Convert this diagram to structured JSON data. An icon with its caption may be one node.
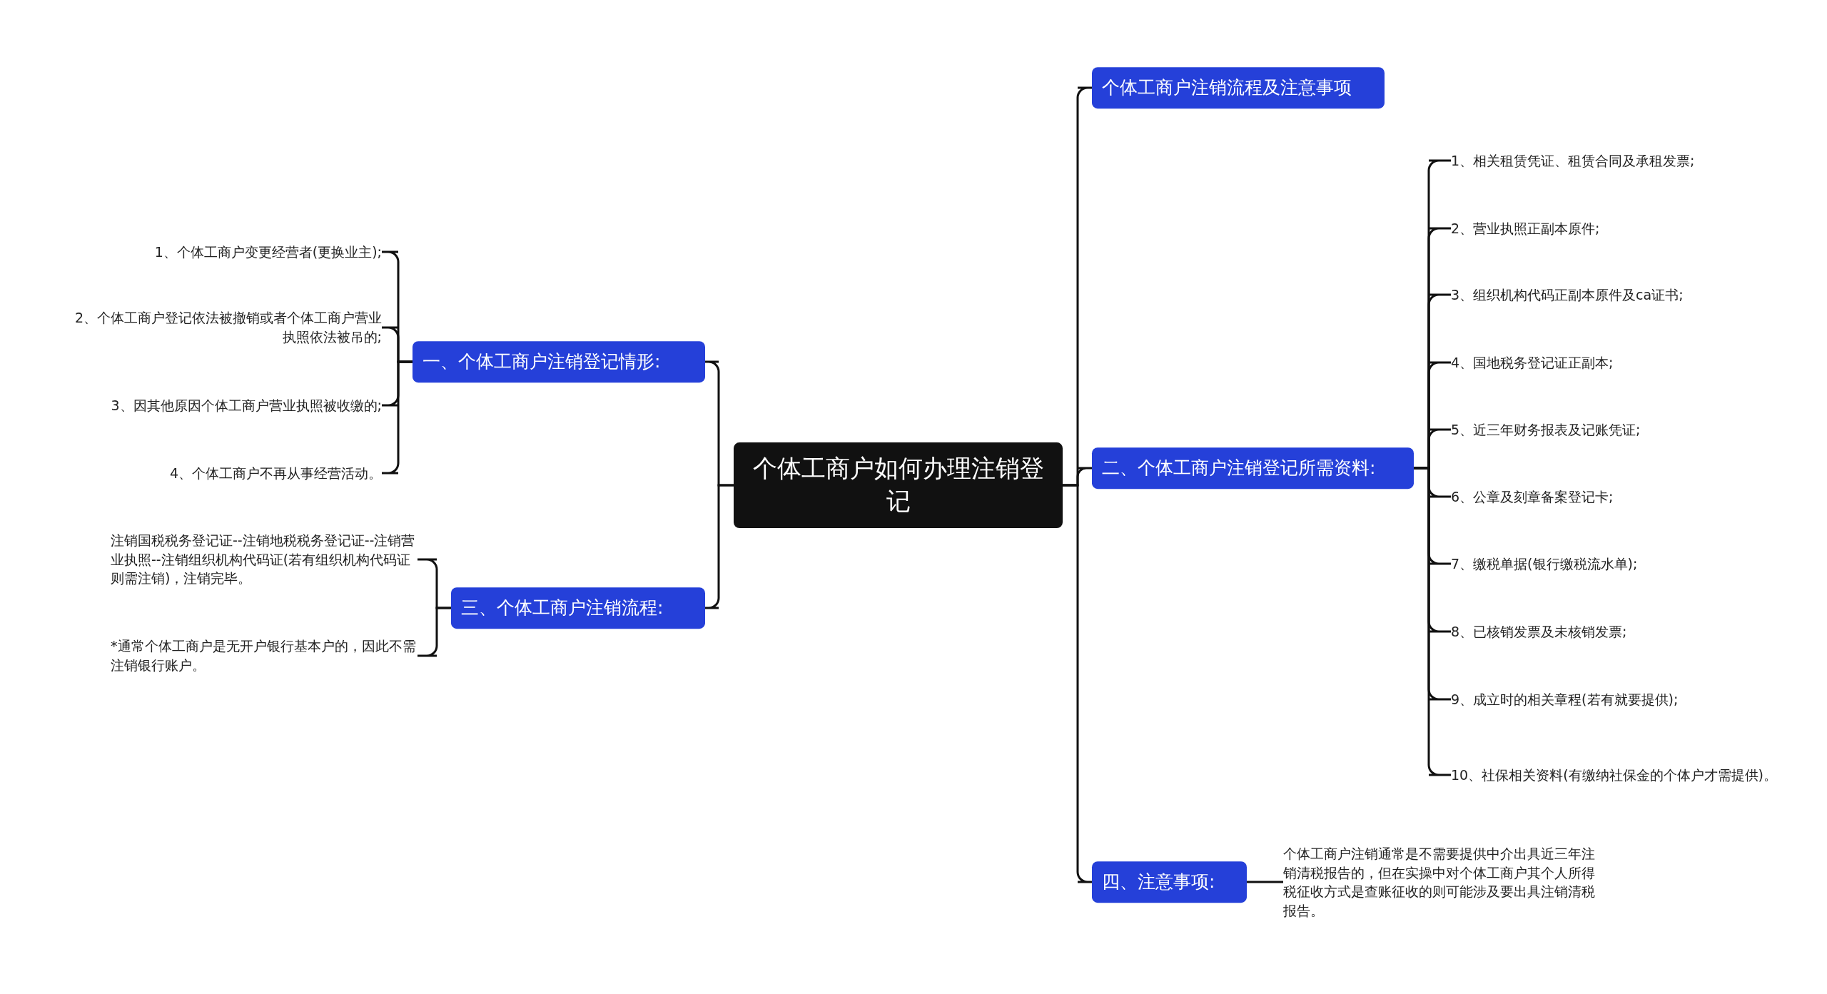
{
  "diagram": {
    "nodes": [
      {
        "text": [
          "个体工商户如何办理注销登记"
        ]
      },
      {
        "text": [
          "一、个体工商户注销登记情形:"
        ]
      },
      {
        "text": [
          "1、个体工商户变更经营者(更换业主);"
        ]
      },
      {
        "text": [
          "2、个体工商户登记依法被撤销或者个体工商户营业执照依法被吊的;"
        ]
      },
      {
        "text": [
          "3、因其他原因个体工商户营业执照被收缴的;"
        ]
      },
      {
        "text": [
          "4、个体工商户不再从事经营活动。"
        ]
      },
      {
        "text": [
          "三、个体工商户注销流程:"
        ]
      },
      {
        "text": [
          "注销国税税务登记证--注销地税税务登记证--注销营业执照--注销组织机构代码证(若有组织机构代码证则需注销)，注销完毕。"
        ]
      },
      {
        "text": [
          "*通常个体工商户是无开户银行基本户的，因此不需注销银行账户。"
        ]
      },
      {
        "text": [
          "个体工商户注销流程及注意事项"
        ]
      },
      {
        "text": [
          "二、个体工商户注销登记所需资料:"
        ]
      },
      {
        "text": [
          "1、相关租赁凭证、租赁合同及承租发票;"
        ]
      },
      {
        "text": [
          "2、营业执照正副本原件;"
        ]
      },
      {
        "text": [
          "3、组织机构代码正副本原件及ca证书;"
        ]
      },
      {
        "text": [
          "4、国地税务登记证正副本;"
        ]
      },
      {
        "text": [
          "5、近三年财务报表及记账凭证;"
        ]
      },
      {
        "text": [
          "6、公章及刻章备案登记卡;"
        ]
      },
      {
        "text": [
          "7、缴税单据(银行缴税流水单);"
        ]
      },
      {
        "text": [
          "8、已核销发票及未核销发票;"
        ]
      },
      {
        "text": [
          "9、成立时的相关章程(若有就要提供);"
        ]
      },
      {
        "text": [
          "10、社保相关资料(有缴纳社保金的个体户才需提供)。"
        ]
      },
      {
        "text": [
          "四、注意事项:"
        ]
      },
      {
        "text": [
          "个体工商户注销通常是不需要提供中介出具近三年注销清税报告的，但在实操中对个体工商户其个人所得税征收方式是查账征收的则可能涉及要出具注销清税报告。"
        ]
      }
    ],
    "edges": [
      {
        "from": 0,
        "to": 1,
        "arrow": "none"
      },
      {
        "from": 1,
        "to": 2,
        "arrow": "none"
      },
      {
        "from": 1,
        "to": 3,
        "arrow": "none"
      },
      {
        "from": 1,
        "to": 4,
        "arrow": "none"
      },
      {
        "from": 1,
        "to": 5,
        "arrow": "none"
      },
      {
        "from": 0,
        "to": 6,
        "arrow": "none"
      },
      {
        "from": 6,
        "to": 7,
        "arrow": "none"
      },
      {
        "from": 6,
        "to": 8,
        "arrow": "none"
      },
      {
        "from": 0,
        "to": 9,
        "arrow": "none"
      },
      {
        "from": 0,
        "to": 10,
        "arrow": "none"
      },
      {
        "from": 10,
        "to": 11,
        "arrow": "none"
      },
      {
        "from": 10,
        "to": 12,
        "arrow": "none"
      },
      {
        "from": 10,
        "to": 13,
        "arrow": "none"
      },
      {
        "from": 10,
        "to": 14,
        "arrow": "none"
      },
      {
        "from": 10,
        "to": 15,
        "arrow": "none"
      },
      {
        "from": 10,
        "to": 16,
        "arrow": "none"
      },
      {
        "from": 10,
        "to": 17,
        "arrow": "none"
      },
      {
        "from": 10,
        "to": 18,
        "arrow": "none"
      },
      {
        "from": 10,
        "to": 19,
        "arrow": "none"
      },
      {
        "from": 10,
        "to": 20,
        "arrow": "none"
      },
      {
        "from": 0,
        "to": 21,
        "arrow": "none"
      },
      {
        "from": 21,
        "to": 22,
        "arrow": "none"
      }
    ]
  }
}
